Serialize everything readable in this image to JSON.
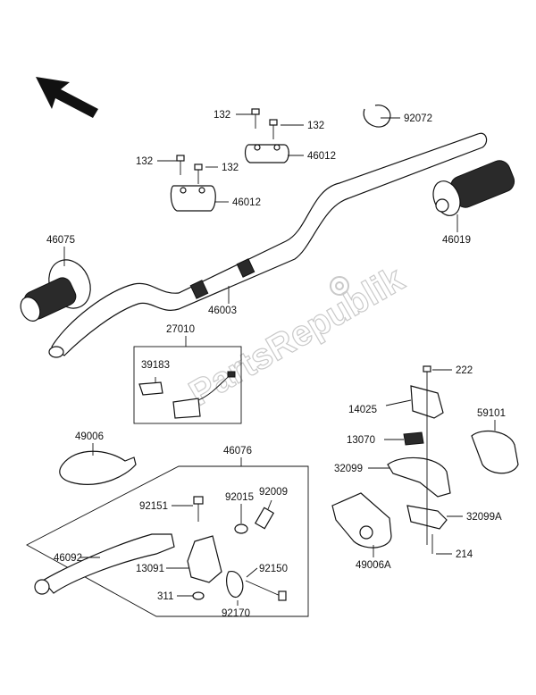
{
  "watermark": "PartsRepublik",
  "parts": {
    "p132a": "132",
    "p132b": "132",
    "p132c": "132",
    "p132d": "132",
    "p92072": "92072",
    "p46012a": "46012",
    "p46012b": "46012",
    "p46075": "46075",
    "p46019": "46019",
    "p46003": "46003",
    "p27010": "27010",
    "p39183": "39183",
    "p49006": "49006",
    "p46076": "46076",
    "p92151": "92151",
    "p92015": "92015",
    "p92009": "92009",
    "p46092": "46092",
    "p13091": "13091",
    "p92150": "92150",
    "p311": "311",
    "p92170": "92170",
    "p222": "222",
    "p14025": "14025",
    "p59101": "59101",
    "p13070": "13070",
    "p32099": "32099",
    "p32099A": "32099A",
    "p214": "214",
    "p49006A": "49006A"
  }
}
